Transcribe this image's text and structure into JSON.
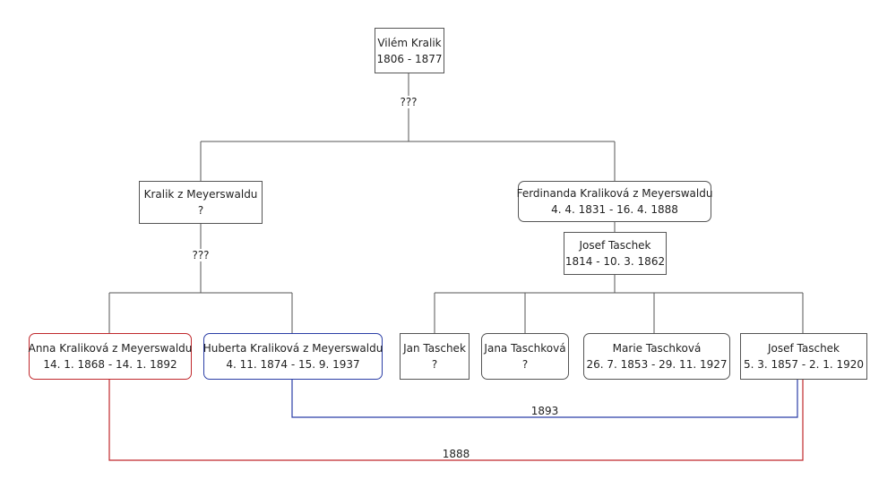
{
  "colors": {
    "line": "#555555",
    "red": "#c0282c",
    "blue": "#2b3ea6"
  },
  "nodes": {
    "vilem": {
      "name": "Vilém Kralik",
      "dates": "1806 - 1877"
    },
    "kralik": {
      "name": "Kralik z Meyerswaldu",
      "dates": "?"
    },
    "ferdinanda": {
      "name": "Ferdinanda Kraliková z Meyerswaldu",
      "dates": "4. 4. 1831 - 16. 4. 1888"
    },
    "josef_sr": {
      "name": "Josef Taschek",
      "dates": "1814 - 10. 3. 1862"
    },
    "anna": {
      "name": "Anna Kraliková z Meyerswaldu",
      "dates": "14. 1. 1868 - 14. 1. 1892"
    },
    "huberta": {
      "name": "Huberta Kraliková z Meyerswaldu",
      "dates": "4. 11. 1874 - 15. 9. 1937"
    },
    "jan": {
      "name": "Jan Taschek",
      "dates": "?"
    },
    "jana": {
      "name": "Jana Taschková",
      "dates": "?"
    },
    "marie": {
      "name": "Marie Taschková",
      "dates": "26. 7. 1853 - 29. 11. 1927"
    },
    "josef_jr": {
      "name": "Josef Taschek",
      "dates": "5. 3. 1857 - 2. 1. 1920"
    }
  },
  "labels": {
    "unknown_top": "???",
    "unknown_mid": "???",
    "marriage_blue": "1893",
    "marriage_red": "1888"
  }
}
